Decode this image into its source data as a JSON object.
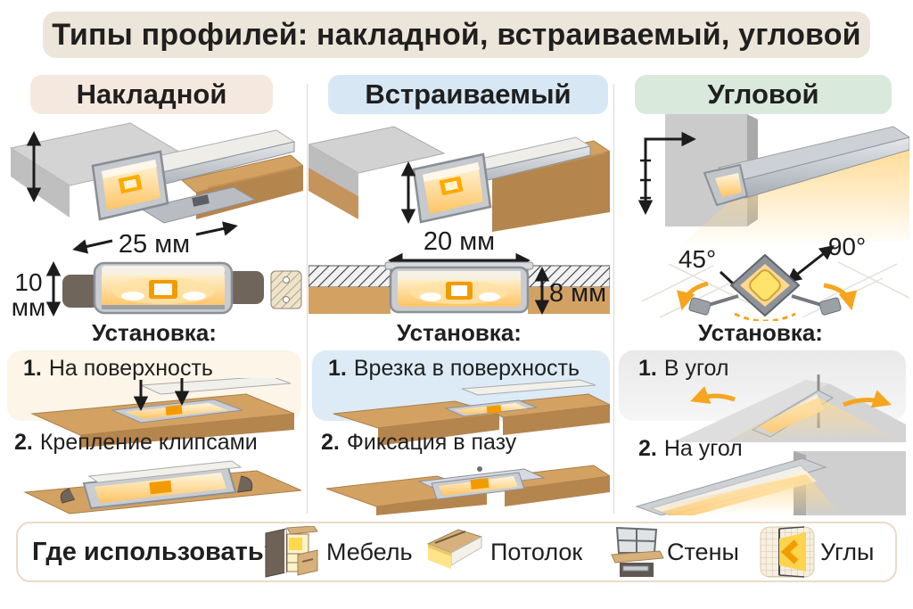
{
  "title": "Типы профилей: накладной, встраиваемый, угловой",
  "columns": {
    "surface": {
      "header": "Накладной",
      "width_label": "25 мм",
      "height_value": "10",
      "height_unit": "мм",
      "install_heading": "Установка:",
      "step1_num": "1.",
      "step1_label": "На поверхность",
      "step2_num": "2.",
      "step2_label": "Крепление клипсами"
    },
    "recessed": {
      "header": "Встраиваемый",
      "width_label": "20 мм",
      "depth_label": "8 мм",
      "install_heading": "Установка:",
      "step1_num": "1.",
      "step1_label": "Врезка в поверхность",
      "step2_num": "2.",
      "step2_label": "Фиксация в пазу"
    },
    "corner": {
      "header": "Угловой",
      "angle_45": "45°",
      "angle_90": "90°",
      "install_heading": "Установка:",
      "step1_num": "1.",
      "step1_label": "В угол",
      "step2_num": "2.",
      "step2_label": "На угол"
    }
  },
  "footer": {
    "heading": "Где использовать?",
    "items": [
      {
        "label": "Мебель",
        "icon": "furniture-icon"
      },
      {
        "label": "Потолок",
        "icon": "ceiling-icon"
      },
      {
        "label": "Стены",
        "icon": "walls-icon"
      },
      {
        "label": "Углы",
        "icon": "corners-icon"
      }
    ]
  },
  "colors": {
    "title_bg": "#ece5d9",
    "surface_header_bg": "#f5e9df",
    "recessed_header_bg": "#d7e7f4",
    "corner_header_bg": "#d9e9dc",
    "accent_orange": "#f5a51e",
    "warm_light": "#ffd98f"
  }
}
